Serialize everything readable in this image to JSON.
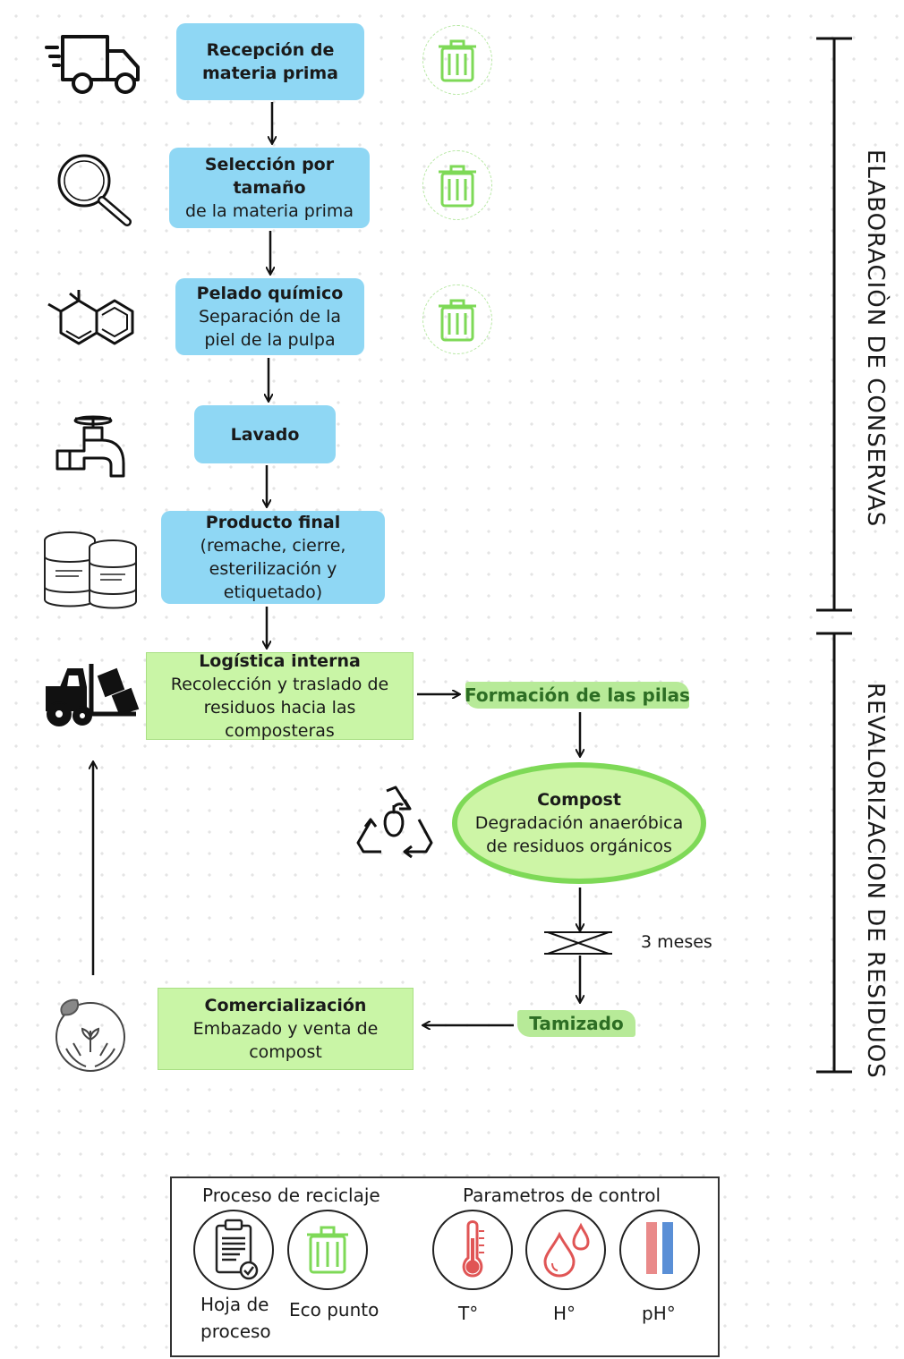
{
  "steps": {
    "reception": {
      "title": "Recepción de materia prima"
    },
    "selection": {
      "title": "Selección por tamaño",
      "desc": "de la materia prima"
    },
    "peeling": {
      "title": "Pelado químico",
      "desc1": "Separación de la",
      "desc2": "piel de la pulpa"
    },
    "washing": {
      "title": "Lavado"
    },
    "final": {
      "title": "Producto final",
      "desc1": "(remache, cierre,",
      "desc2": "esterilización y",
      "desc3": "etiquetado)"
    },
    "logistics": {
      "title": "Logística interna",
      "desc1": "Recolección y traslado de",
      "desc2": "residuos hacia las composteras"
    },
    "piles": {
      "title": "Formación de las pilas"
    },
    "compost": {
      "title": "Compost",
      "desc1": "Degradación anaeróbica",
      "desc2": "de residuos orgánicos"
    },
    "duration": {
      "label": "3 meses"
    },
    "sieving": {
      "title": "Tamizado"
    },
    "commercial": {
      "title": "Comercialización",
      "desc": "Embazado y venta de compost"
    }
  },
  "phases": {
    "canning": "ELABORACIÒN DE CONSERVAS",
    "waste": "REVALORIZACION DE RESIDUOS"
  },
  "legend": {
    "recycling_heading": "Proceso de reciclaje",
    "control_heading": "Parametros de control",
    "process_sheet_1": "Hoja de",
    "process_sheet_2": "proceso",
    "eco_point": "Eco punto",
    "temperature": "T°",
    "humidity": "H°",
    "ph": "pH°"
  },
  "colors": {
    "process_box": "#8fd7f4",
    "waste_box": "#c9f5a6",
    "eco_bin": "#7ed957",
    "compost_border": "#7ed957"
  }
}
